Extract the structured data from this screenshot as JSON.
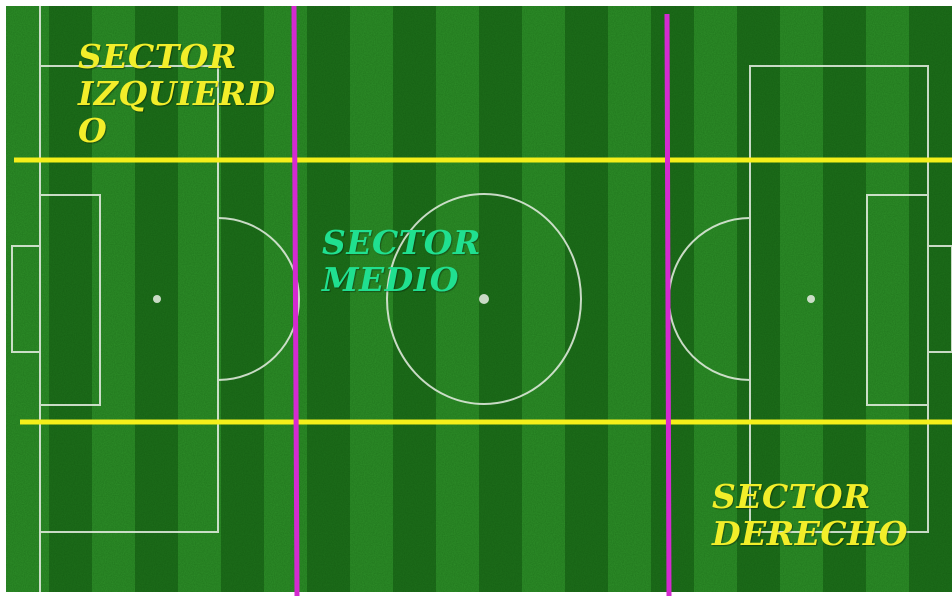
{
  "colors": {
    "grass_light": "#2f8f2a",
    "grass_dark": "#1f6f1c",
    "field_lines": "#e8efe4",
    "horizontal_dividers": "#f4ef1a",
    "vertical_dividers": "#d42ad0",
    "label_yellow": "#f2ee2a",
    "label_green": "#20e090"
  },
  "sectors": {
    "left": {
      "lines": [
        "SECTOR",
        "IZQUIERD",
        "O"
      ]
    },
    "middle": {
      "lines": [
        "SECTOR",
        "MEDIO"
      ]
    },
    "right": {
      "lines": [
        "SECTOR",
        "DERECHO"
      ]
    }
  }
}
